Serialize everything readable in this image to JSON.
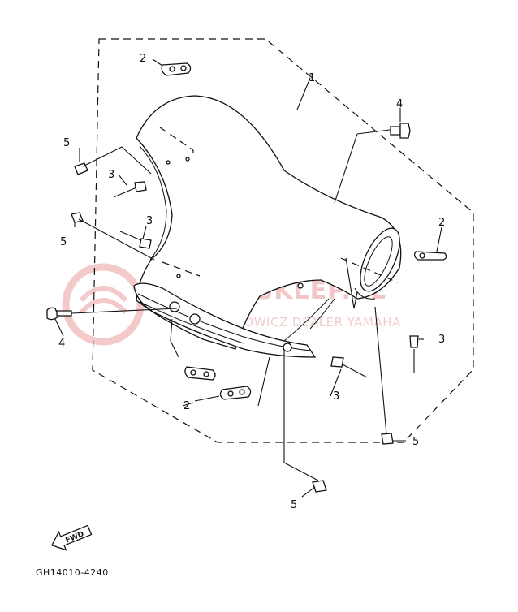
{
  "diagram": {
    "drawing_code": "GH14010-4240",
    "fwd_label": "FWD",
    "watermark": {
      "brand": "YAMA-SKLEP.PL",
      "tagline": "TECHOWICZ DEALER YAMAHA"
    },
    "callouts": [
      {
        "id": "c1",
        "label": "1"
      },
      {
        "id": "c2a",
        "label": "2"
      },
      {
        "id": "c2b",
        "label": "2"
      },
      {
        "id": "c2c",
        "label": "2"
      },
      {
        "id": "c3a",
        "label": "3"
      },
      {
        "id": "c3b",
        "label": "3"
      },
      {
        "id": "c3c",
        "label": "3"
      },
      {
        "id": "c3d",
        "label": "3"
      },
      {
        "id": "c4a",
        "label": "4"
      },
      {
        "id": "c4b",
        "label": "4"
      },
      {
        "id": "c5a",
        "label": "5"
      },
      {
        "id": "c5b",
        "label": "5"
      },
      {
        "id": "c5c",
        "label": "5"
      },
      {
        "id": "c5d",
        "label": "5"
      }
    ]
  }
}
